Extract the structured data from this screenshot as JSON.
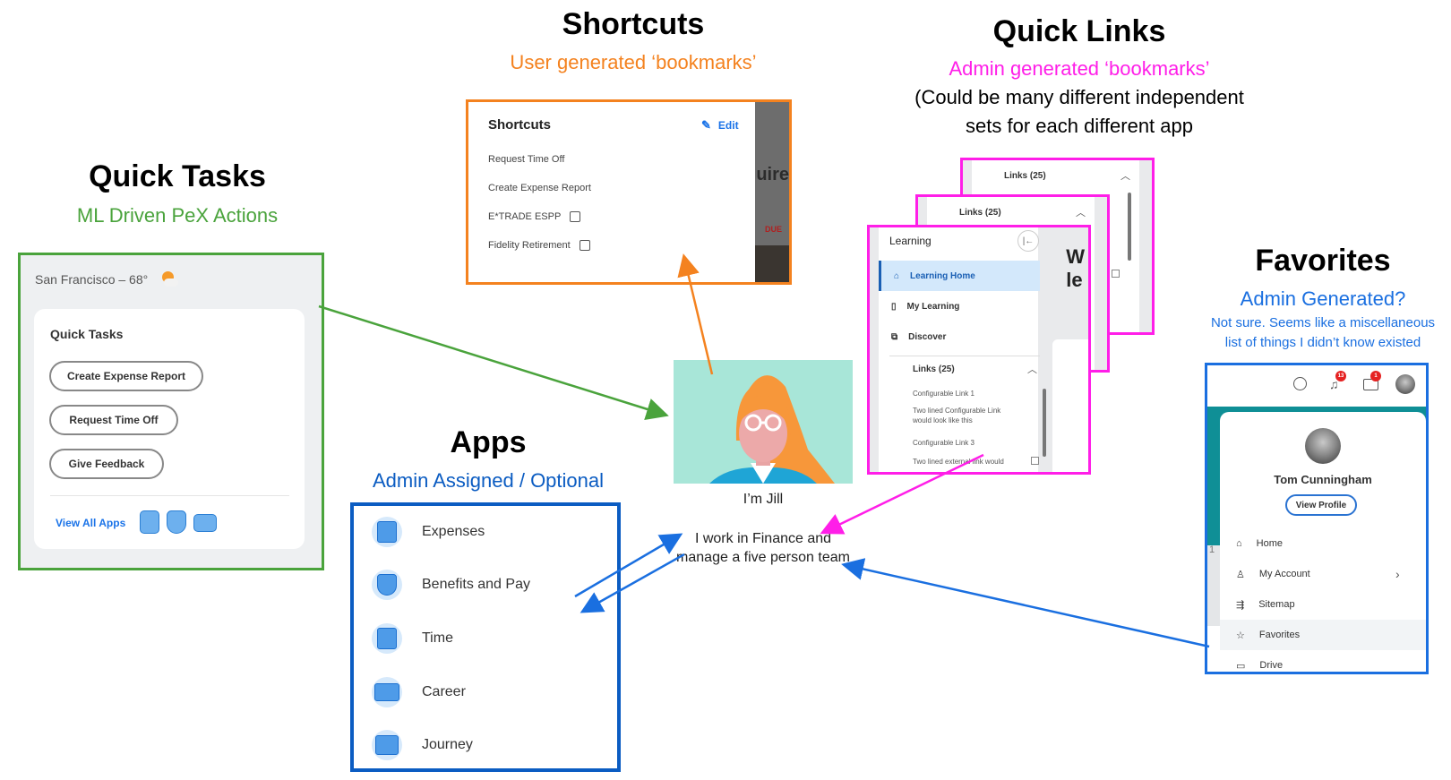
{
  "sections": {
    "quick_tasks": {
      "title": "Quick Tasks",
      "subtitle": "ML Driven PeX Actions",
      "color": "#4aa33c",
      "panel": {
        "weather": "San Francisco – 68°",
        "weather_icon": "partly-sunny-icon",
        "card_title": "Quick Tasks",
        "buttons": [
          "Create Expense Report",
          "Request Time Off",
          "Give Feedback"
        ],
        "view_all": "View All Apps",
        "app_icons": [
          "luggage-icon",
          "shield-icon",
          "wallet-icon"
        ]
      }
    },
    "shortcuts": {
      "title": "Shortcuts",
      "subtitle": "User generated ‘bookmarks’",
      "color": "#f4821f",
      "panel": {
        "title": "Shortcuts",
        "edit_label": "Edit",
        "items": [
          {
            "label": "Request Time Off",
            "external": false
          },
          {
            "label": "Create Expense Report",
            "external": false
          },
          {
            "label": "E*TRADE ESPP",
            "external": true
          },
          {
            "label": "Fidelity Retirement",
            "external": true
          }
        ],
        "background_text": "uire",
        "background_due": "DUE"
      }
    },
    "quick_links": {
      "title": "Quick Links",
      "subtitle": "Admin generated ‘bookmarks’",
      "note_line1": "(Could be many different independent",
      "note_line2": "sets for each different app",
      "color": "#ff1ee8",
      "panel": {
        "app_title": "Learning",
        "collapse_icon": "collapse-left-icon",
        "nav": [
          {
            "label": "Learning Home",
            "icon": "home-icon",
            "active": true
          },
          {
            "label": "My Learning",
            "icon": "book-icon",
            "active": false
          },
          {
            "label": "Discover",
            "icon": "discover-icon",
            "active": false
          }
        ],
        "links_header": "Links (25)",
        "links": [
          "Configurable Link 1",
          "Two lined Configurable Link would look like this",
          "Configurable Link 3",
          "Two lined external link would"
        ],
        "background_text_1": "W",
        "background_text_2": "le"
      },
      "stacked_headers": [
        "Links (25)",
        "Links (25)"
      ]
    },
    "favorites": {
      "title": "Favorites",
      "subtitle": "Admin Generated?",
      "note_line1": "Not sure. Seems like a miscellaneous",
      "note_line2": "list of things I didn’t know existed",
      "color": "#1a6fe0",
      "panel": {
        "notifications_count": "13",
        "inbox_count": "1",
        "user_name": "Tom Cunningham",
        "view_profile": "View Profile",
        "menu": [
          {
            "label": "Home",
            "icon": "home-icon",
            "highlight": false,
            "chevron": false
          },
          {
            "label": "My Account",
            "icon": "user-icon",
            "highlight": false,
            "chevron": true
          },
          {
            "label": "Sitemap",
            "icon": "sitemap-icon",
            "highlight": false,
            "chevron": false
          },
          {
            "label": "Favorites",
            "icon": "star-icon",
            "highlight": true,
            "chevron": false
          },
          {
            "label": "Drive",
            "icon": "folder-icon",
            "highlight": false,
            "chevron": false
          }
        ],
        "side_number": "1"
      }
    },
    "apps": {
      "title": "Apps",
      "subtitle": "Admin Assigned / Optional",
      "color": "#0b5cc2",
      "items": [
        {
          "label": "Expenses",
          "icon": "expenses-icon"
        },
        {
          "label": "Benefits and Pay",
          "icon": "benefits-shield-icon"
        },
        {
          "label": "Time",
          "icon": "time-clock-icon"
        },
        {
          "label": "Career",
          "icon": "briefcase-icon"
        },
        {
          "label": "Journey",
          "icon": "journey-map-icon"
        }
      ]
    }
  },
  "persona": {
    "name": "I’m Jill",
    "description": "I work in Finance and manage a five person team"
  }
}
